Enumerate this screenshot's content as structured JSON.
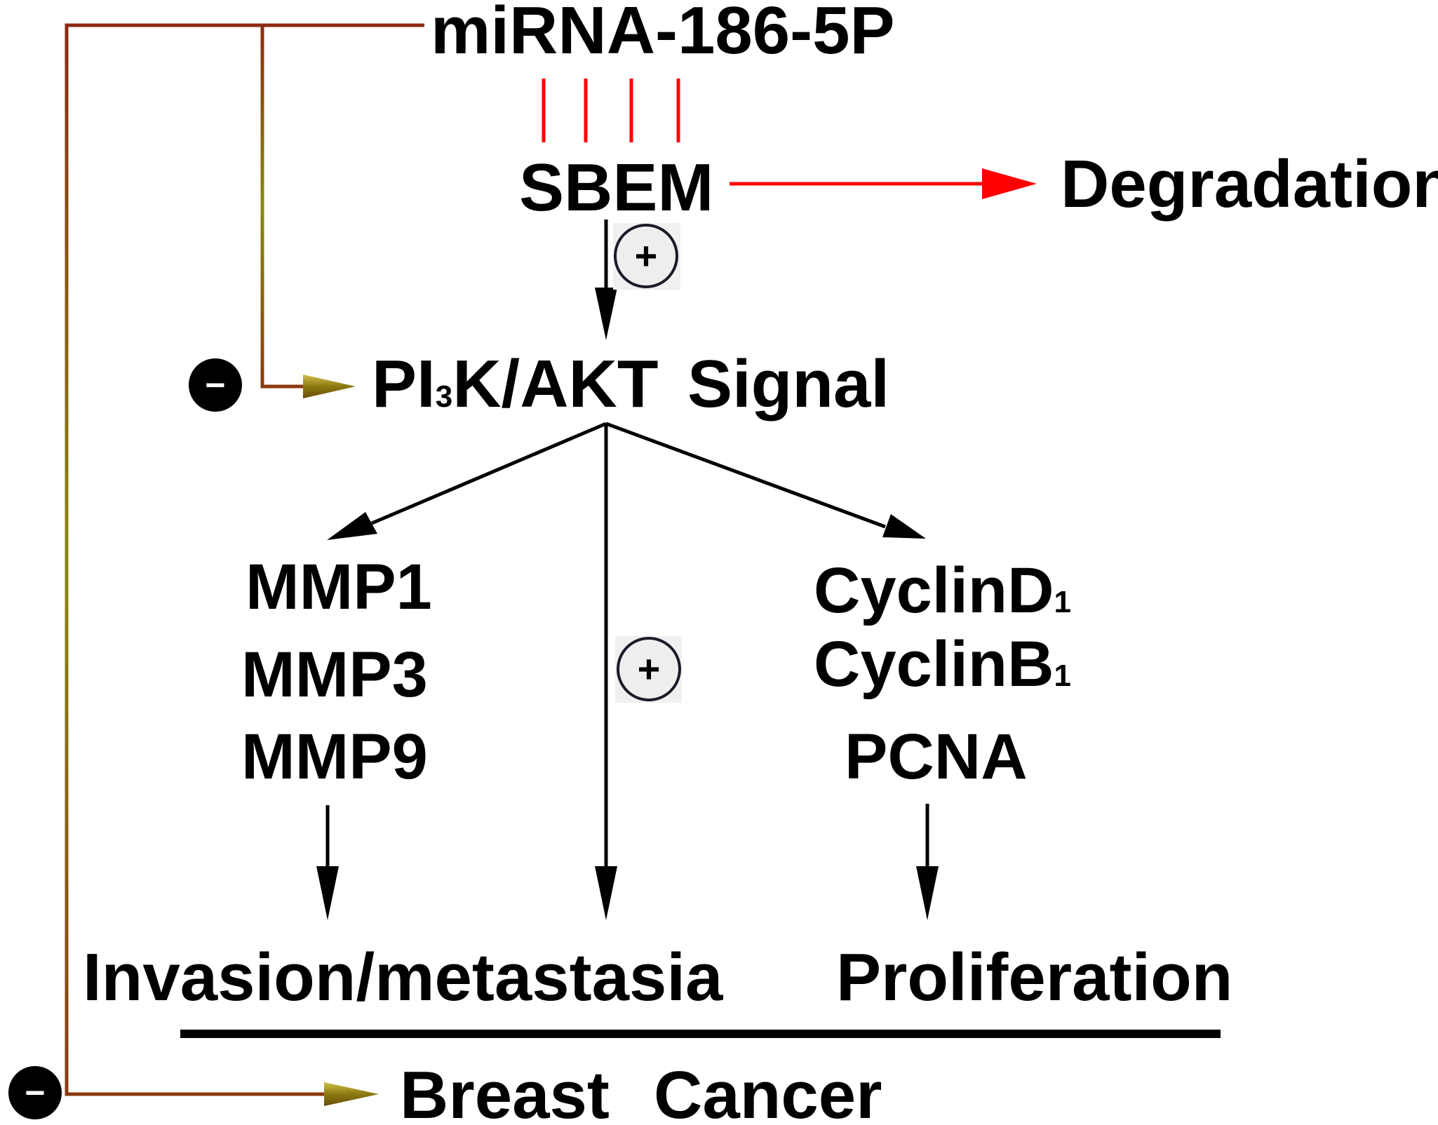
{
  "nodes": {
    "mirna": "miRNA-186-5P",
    "sbem": "SBEM",
    "degradation": "Degradation",
    "pi3k_prefix": "PI",
    "pi3k_subscript": "3",
    "pi3k_suffix": "K/AKT",
    "signal": "Signal",
    "mmp1": "MMP1",
    "mmp3": "MMP3",
    "mmp9": "MMP9",
    "cyclin_d": "CyclinD",
    "cyclin_d_subscript": "1",
    "cyclin_b": "CyclinB",
    "cyclin_b_subscript": "1",
    "pcna": "PCNA",
    "invasion": "Invasion/metastasia",
    "proliferation": "Proliferation",
    "breast": "Breast",
    "cancer": "Cancer"
  },
  "symbols": {
    "plus": "+",
    "minus": "−"
  },
  "colors": {
    "inhibition_line": "#8b2a10",
    "inhibition_line_alt": "#8a8a10",
    "binding_ticks": "#ff0000",
    "degradation_arrow": "#ff0000",
    "activation_arrow": "#000000",
    "inhibition_arrowhead": "#9a8a10"
  }
}
